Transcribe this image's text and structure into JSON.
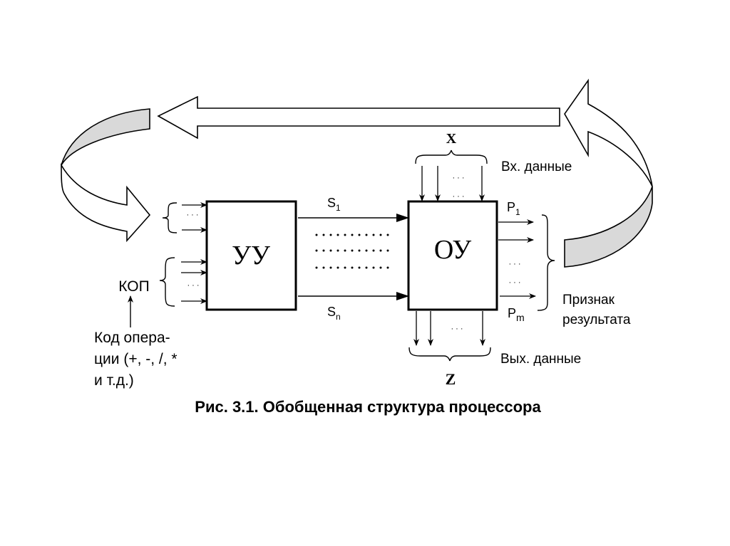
{
  "figure": {
    "caption": "Рис. 3.1. Обобщенная структура процессора",
    "blocks": {
      "control_unit": "УУ",
      "operational_unit": "ОУ"
    },
    "signals": {
      "first": {
        "base": "S",
        "sub": "1"
      },
      "last": {
        "base": "S",
        "sub": "n"
      }
    },
    "flags": {
      "first": {
        "base": "P",
        "sub": "1"
      },
      "last": {
        "base": "P",
        "sub": "m"
      },
      "label_line1": "Признак",
      "label_line2": "результата"
    },
    "input_data": {
      "symbol": "X",
      "label": "Вх. данные"
    },
    "output_data": {
      "symbol": "Z",
      "label": "Вых. данные"
    },
    "opcode": {
      "label": "КОП",
      "desc_line1": "Код опера-",
      "desc_line2": "ции (+, -, /, *",
      "desc_line3": "и т.д.)"
    },
    "ellipsis": "· · ·",
    "colors": {
      "stroke": "#000000",
      "band_fill": "#d9d9d9",
      "background": "#ffffff"
    }
  }
}
